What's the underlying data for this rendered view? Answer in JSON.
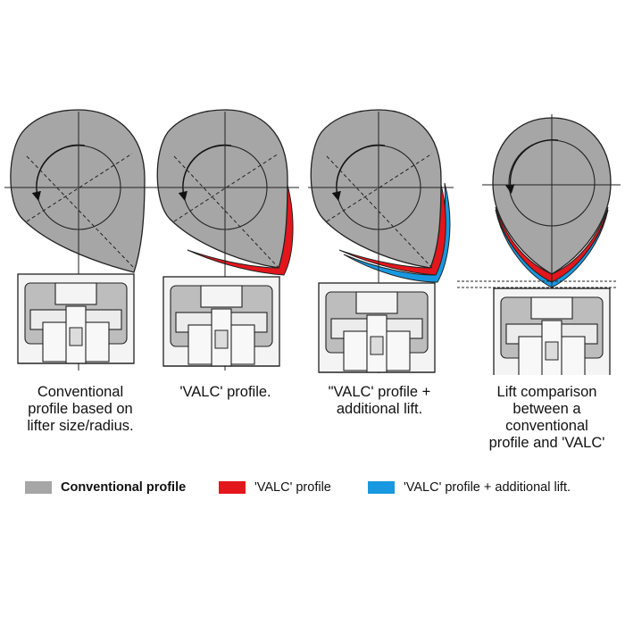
{
  "panels": [
    {
      "caption": "Conventional\nprofile based on\nlifter size/radius."
    },
    {
      "caption": "'VALC' profile."
    },
    {
      "caption": "\"VALC' profile +\nadditional lift."
    },
    {
      "caption": "Lift comparison\nbetween a\nconventional\nprofile and 'VALC'"
    }
  ],
  "legend": [
    {
      "label": "Conventional profile",
      "color": "#a6a6a6"
    },
    {
      "label": "'VALC' profile",
      "color": "#e3161c"
    },
    {
      "label": "'VALC' profile + additional lift.",
      "color": "#1898e0"
    }
  ],
  "colors": {
    "conventional": "#a6a6a6",
    "valc": "#e3161c",
    "additional": "#1898e0",
    "lifter_outer": "#eeeeee",
    "lifter_inner": "#bdbdbd",
    "outline": "#222222"
  }
}
